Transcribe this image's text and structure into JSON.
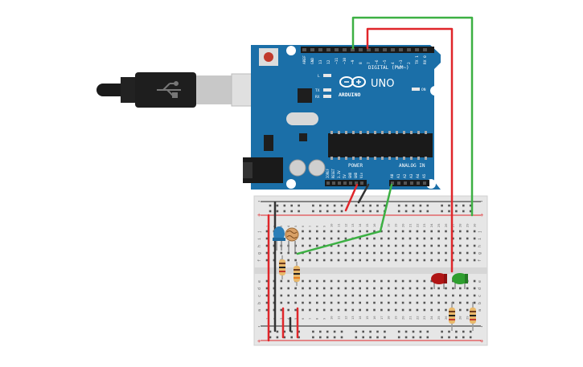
{
  "arduino": {
    "brand": "ARDUINO",
    "model": "UNO",
    "digital_header_label": "DIGITAL (PWM~)",
    "power_label": "POWER",
    "analog_label": "ANALOG IN",
    "on_label": "ON",
    "tx_label": "TX",
    "rx_label": "RX",
    "l_label": "L",
    "digital_pins": [
      "AREF",
      "GND",
      "13",
      "12",
      "~11",
      "~10",
      "~9",
      "8",
      "7",
      "~6",
      "~5",
      "4",
      "~3",
      "2",
      "TX 1",
      "RX 0"
    ],
    "power_pins": [
      "IOREF",
      "RESET",
      "3.3V",
      "5V",
      "GND",
      "GND",
      "Vin"
    ],
    "analog_pins": [
      "A0",
      "A1",
      "A2",
      "A3",
      "A4",
      "A5"
    ]
  },
  "breadboard": {
    "columns": 30,
    "row_labels_top": [
      "j",
      "i",
      "h",
      "g",
      "f"
    ],
    "row_labels_bottom": [
      "e",
      "d",
      "c",
      "b",
      "a"
    ],
    "rail_plus": "+",
    "rail_minus": "-"
  },
  "colors": {
    "board": "#1b6fa8",
    "board_dark": "#155a8a",
    "breadboard": "#e6e6e6",
    "wire_red": "#e0262a",
    "wire_green": "#3cb043",
    "wire_black": "#333333",
    "led_red": "#b01515",
    "led_green": "#2e9e2e",
    "led_blue": "#2b7fb8"
  }
}
